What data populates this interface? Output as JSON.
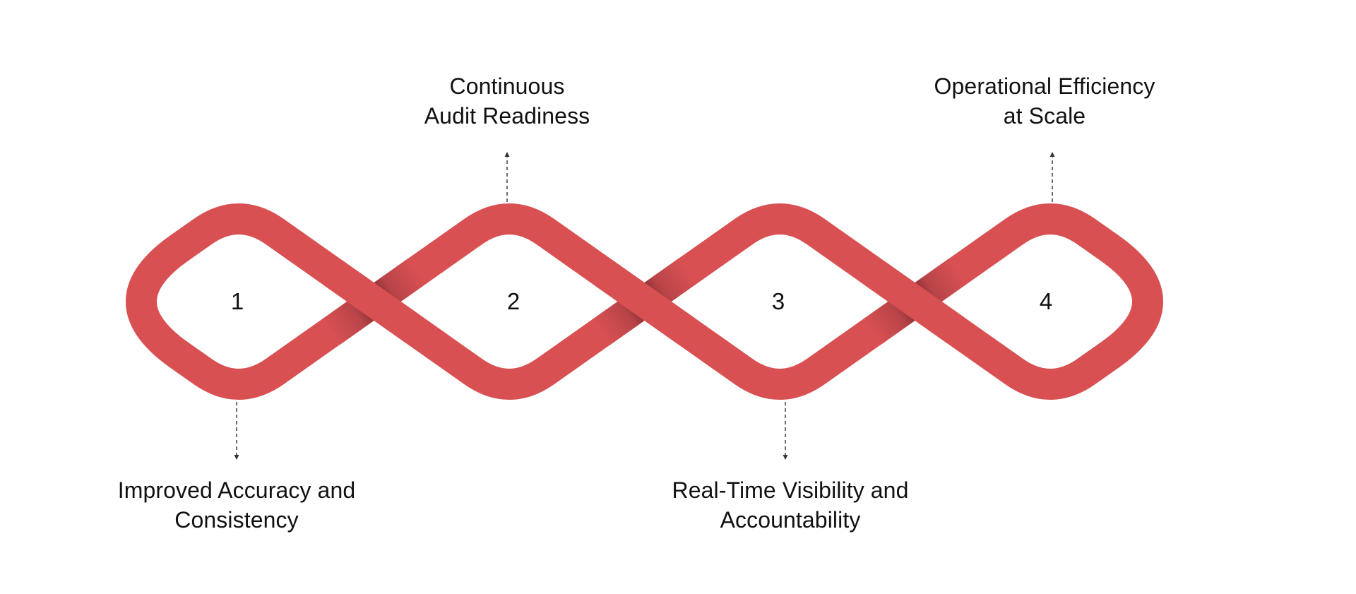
{
  "diagram": {
    "type": "numbered-ribbon-infographic",
    "colors": {
      "ribbon": "#D95052",
      "ribbon_shadow": "#6E2629",
      "text": "#111111",
      "connector": "#4A4A4A",
      "background": "#FFFFFF"
    },
    "steps": [
      {
        "number": "1",
        "label_position": "bottom",
        "label_lines": [
          "Improved Accuracy and",
          "Consistency"
        ]
      },
      {
        "number": "2",
        "label_position": "top",
        "label_lines": [
          "Continuous",
          "Audit Readiness"
        ]
      },
      {
        "number": "3",
        "label_position": "bottom",
        "label_lines": [
          "Real-Time Visibility and",
          "Accountability"
        ]
      },
      {
        "number": "4",
        "label_position": "top",
        "label_lines": [
          "Operational Efficiency",
          "at Scale"
        ]
      }
    ]
  }
}
